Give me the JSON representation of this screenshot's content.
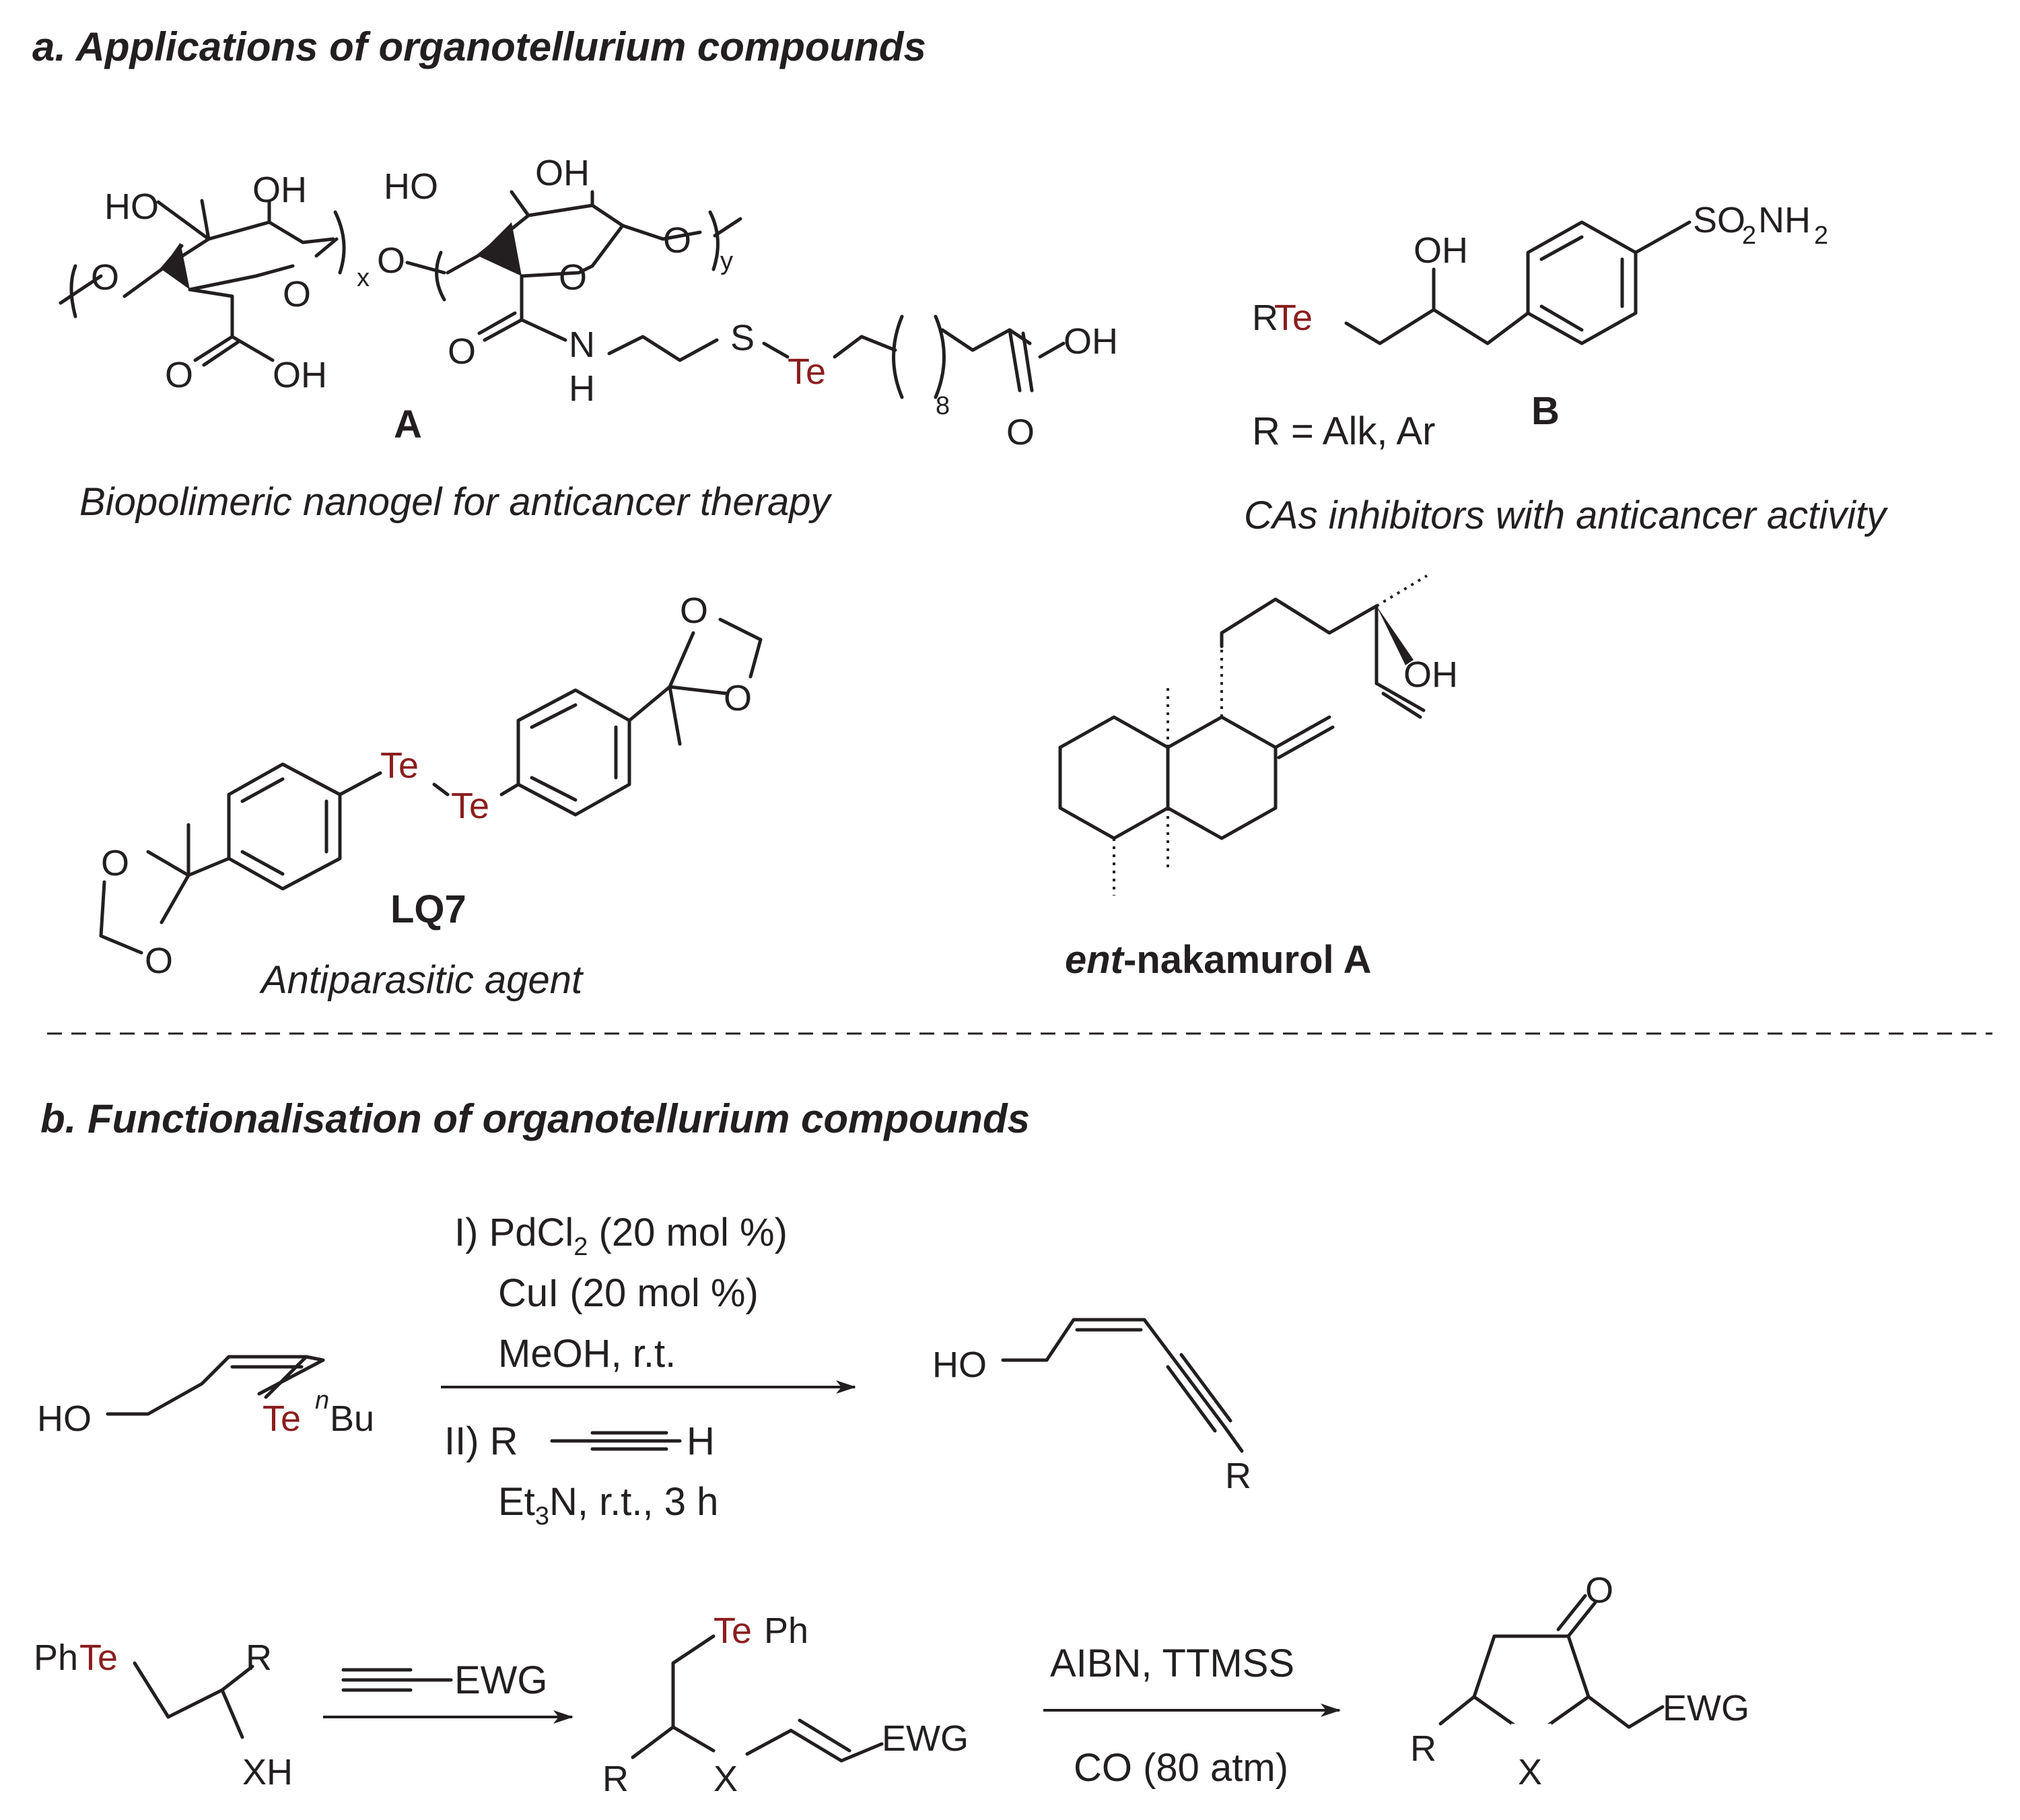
{
  "section_a": {
    "heading": "a. Applications of organotellurium compounds",
    "compound_A": {
      "label": "A",
      "caption": "Biopolimeric nanogel for anticancer therapy",
      "atoms": {
        "ho1": "HO",
        "oh1": "OH",
        "ho2": "HO",
        "oh2": "OH",
        "o_ring1": "O",
        "o_ring2": "O",
        "o_link": "O",
        "o_left": "O",
        "o_right": "O",
        "x": "x",
        "y": "y",
        "co_o1": "O",
        "co_oh": "OH",
        "co_o2": "O",
        "n": "N",
        "h": "H",
        "s": "S",
        "te": "Te",
        "n8": "8",
        "acid_oh": "OH",
        "acid_o": "O"
      }
    },
    "compound_B": {
      "label": "B",
      "caption": "CAs inhibitors with anticancer activity",
      "r_def": "R = Alk, Ar",
      "atoms": {
        "r": "R",
        "te": "Te",
        "oh": "OH",
        "so2": "SO",
        "sub2a": "2",
        "nh": "NH",
        "sub2b": "2"
      }
    },
    "compound_LQ7": {
      "label": "LQ7",
      "caption": "Antiparasitic agent",
      "atoms": {
        "te1": "Te",
        "te2": "Te",
        "o1": "O",
        "o2": "O",
        "o3": "O",
        "o4": "O"
      }
    },
    "compound_nak": {
      "label_italic": "ent",
      "label_rest": "-nakamurol A",
      "atoms": {
        "oh": "OH"
      }
    }
  },
  "section_b": {
    "heading": "b. Functionalisation of organotellurium compounds",
    "reaction1": {
      "cond": [
        "I) PdCl",
        "2",
        " (20 mol %)",
        "CuI (20 mol %)",
        "MeOH, r.t.",
        "II) R",
        "H",
        "Et",
        "3",
        "N, r.t., 3 h"
      ],
      "sm": {
        "ho": "HO",
        "te": "Te",
        "n": "n",
        "bu": "Bu"
      },
      "prod": {
        "ho": "HO",
        "r": "R"
      }
    },
    "reaction2": {
      "reagent": "EWG",
      "sm": {
        "phte_ph": "Ph",
        "phte_te": "Te",
        "r": "R",
        "xh": "XH"
      },
      "int": {
        "te": "Te",
        "ph": "Ph",
        "r": "R",
        "x": "X",
        "ewg": "EWG"
      },
      "cond_top": "AIBN, TTMSS",
      "cond_bottom": "CO (80 atm)",
      "prod": {
        "o": "O",
        "r": "R",
        "x": "X",
        "ewg": "EWG"
      }
    }
  },
  "colors": {
    "ink": "#231f20",
    "tellurium": "#8b1e1e"
  }
}
